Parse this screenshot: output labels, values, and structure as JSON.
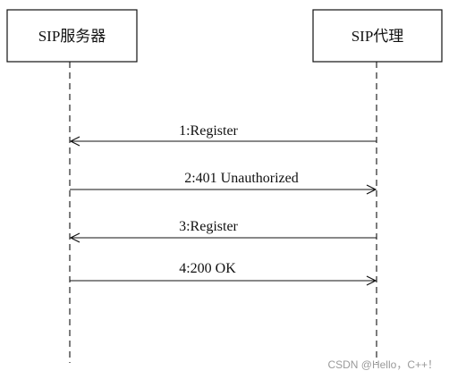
{
  "diagram": {
    "type": "sequence",
    "actors": [
      {
        "id": "server",
        "label": "SIP服务器"
      },
      {
        "id": "proxy",
        "label": "SIP代理"
      }
    ],
    "messages": [
      {
        "from": "proxy",
        "to": "server",
        "label": "1:Register"
      },
      {
        "from": "server",
        "to": "proxy",
        "label": "2:401 Unauthorized"
      },
      {
        "from": "proxy",
        "to": "server",
        "label": "3:Register"
      },
      {
        "from": "server",
        "to": "proxy",
        "label": "4:200 OK"
      }
    ]
  },
  "watermark": "CSDN @Hello，C++！",
  "colors": {
    "line": "#111111",
    "watermark": "#9a9a9a"
  }
}
